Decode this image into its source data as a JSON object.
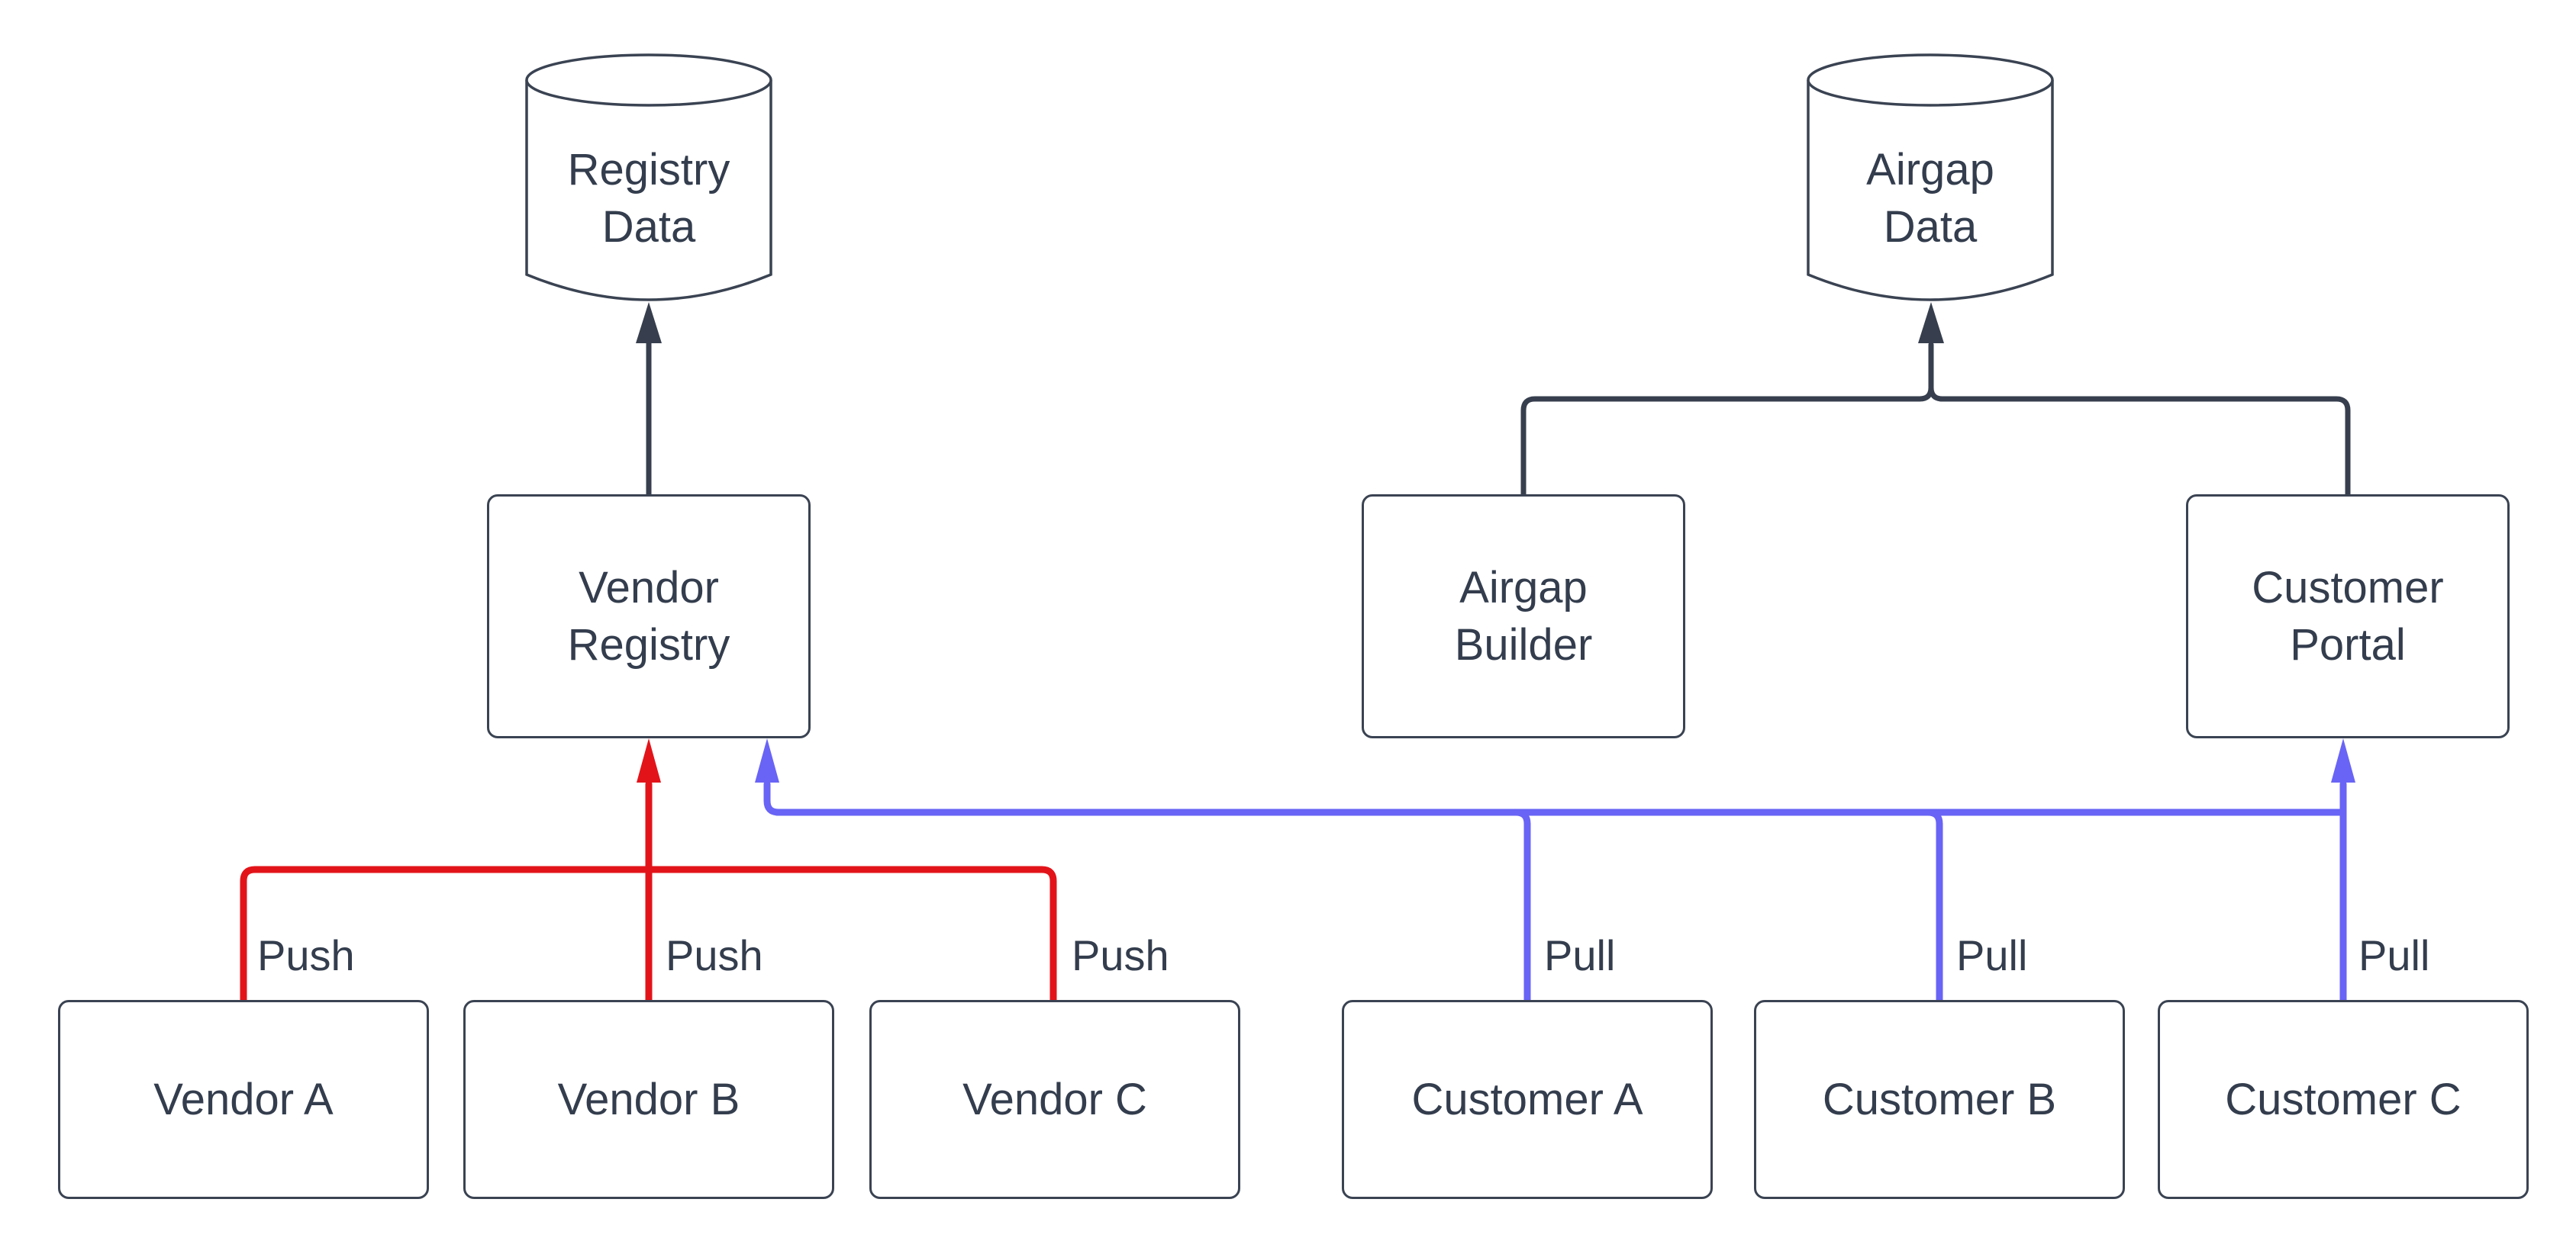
{
  "diagram": {
    "nodes": {
      "registry_data": {
        "label": "Registry\nData",
        "shape": "cylinder"
      },
      "airgap_data": {
        "label": "Airgap\nData",
        "shape": "cylinder"
      },
      "vendor_registry": {
        "label": "Vendor\nRegistry",
        "shape": "rect"
      },
      "airgap_builder": {
        "label": "Airgap\nBuilder",
        "shape": "rect"
      },
      "customer_portal": {
        "label": "Customer\nPortal",
        "shape": "rect"
      },
      "vendor_a": {
        "label": "Vendor A",
        "shape": "rect"
      },
      "vendor_b": {
        "label": "Vendor B",
        "shape": "rect"
      },
      "vendor_c": {
        "label": "Vendor C",
        "shape": "rect"
      },
      "customer_a": {
        "label": "Customer A",
        "shape": "rect"
      },
      "customer_b": {
        "label": "Customer B",
        "shape": "rect"
      },
      "customer_c": {
        "label": "Customer C",
        "shape": "rect"
      }
    },
    "edges": [
      {
        "from": "Vendor A",
        "to": "Vendor Registry",
        "label": "Push",
        "color": "red"
      },
      {
        "from": "Vendor B",
        "to": "Vendor Registry",
        "label": "Push",
        "color": "red"
      },
      {
        "from": "Vendor C",
        "to": "Vendor Registry",
        "label": "Push",
        "color": "red"
      },
      {
        "from": "Customer A",
        "to": "Vendor Registry",
        "label": "Pull",
        "color": "blue"
      },
      {
        "from": "Customer B",
        "to": "Vendor Registry",
        "label": "Pull",
        "color": "blue"
      },
      {
        "from": "Customer C",
        "to": "Customer Portal",
        "label": "Pull",
        "color": "blue"
      },
      {
        "from": "Vendor Registry",
        "to": "Registry Data",
        "label": "",
        "color": "dark"
      },
      {
        "from": "Airgap Builder",
        "to": "Airgap Data",
        "label": "",
        "color": "dark"
      },
      {
        "from": "Customer Portal",
        "to": "Airgap Data",
        "label": "",
        "color": "dark"
      }
    ],
    "colors": {
      "line_dark": "#373F4E",
      "line_red": "#E2141A",
      "line_blue": "#6964F5",
      "node_border": "#3A4352",
      "node_fill": "#FFFFFF",
      "text": "#333D4D",
      "background": "#FFFFFF"
    }
  }
}
